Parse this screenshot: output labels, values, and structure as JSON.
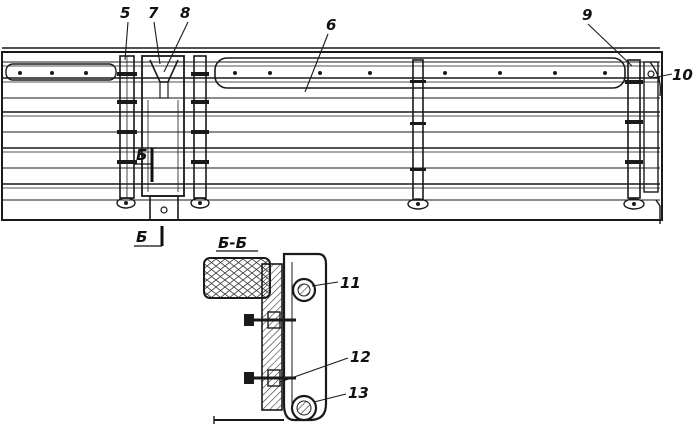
{
  "figure": {
    "callouts": [
      "5",
      "7",
      "8",
      "6",
      "9",
      "10",
      "11",
      "12",
      "13"
    ],
    "section_marker": "Б",
    "section_title": "Б-Б"
  },
  "colors": {
    "ink": "#1a1a1a",
    "paper": "#ffffff",
    "hatch": "#3a3a3a"
  }
}
